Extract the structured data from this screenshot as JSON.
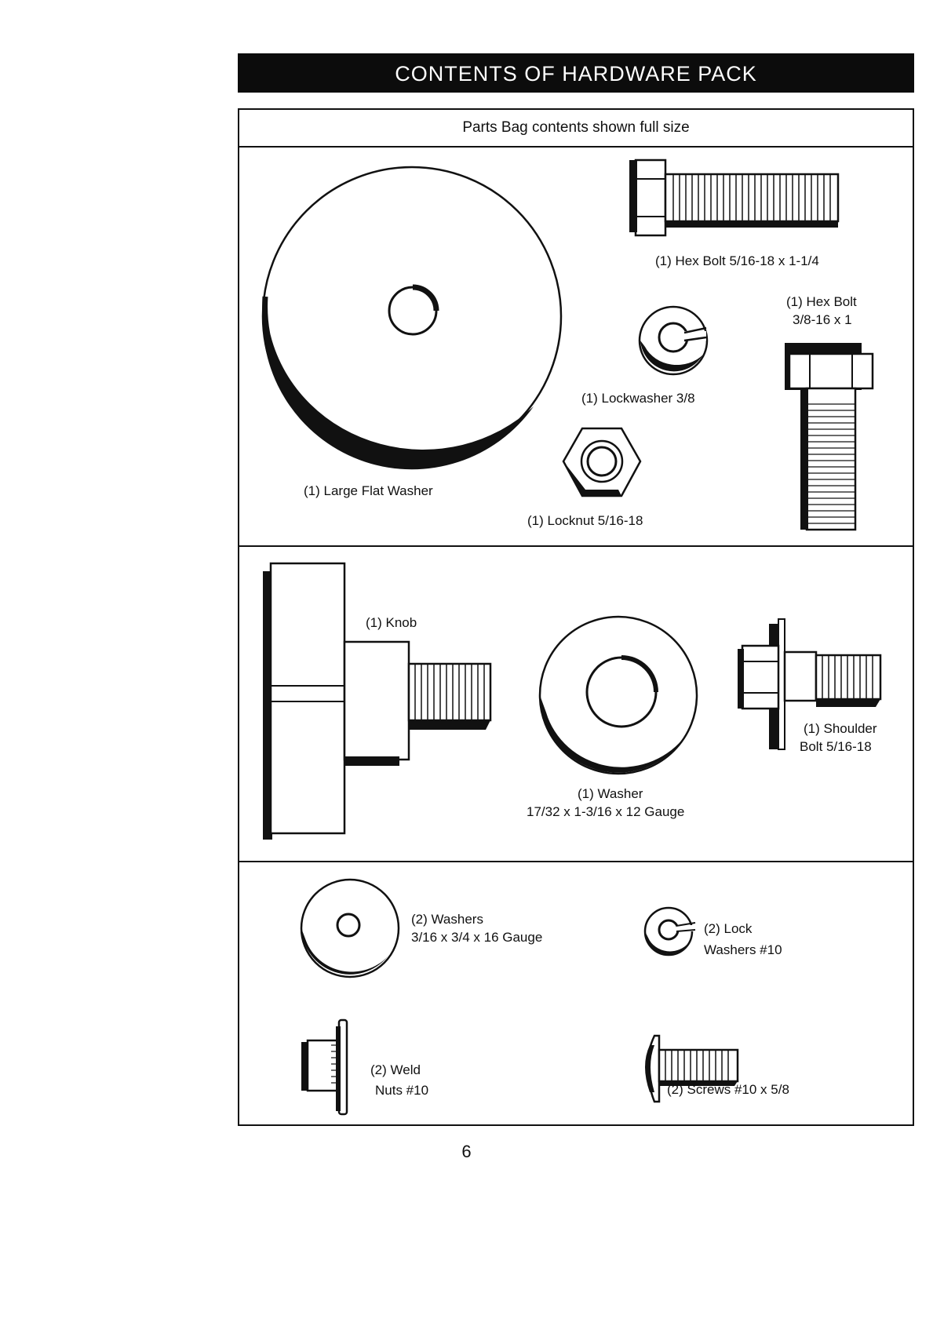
{
  "header": {
    "title": "CONTENTS OF HARDWARE PACK",
    "subtitle": "Parts Bag contents shown full size"
  },
  "parts": {
    "large_flat_washer": "(1) Large Flat Washer",
    "hex_bolt_5_16": "(1) Hex Bolt  5/16-18 x 1-1/4",
    "hex_bolt_3_8_line1": "(1) Hex Bolt",
    "hex_bolt_3_8_line2": "3/8-16 x 1",
    "lockwasher": "(1) Lockwasher  3/8",
    "locknut": "(1) Locknut  5/16-18",
    "knob": "(1) Knob",
    "washer_line1": "(1) Washer",
    "washer_line2": "17/32 x 1-3/16 x 12 Gauge",
    "shoulder_bolt_line1": "(1) Shoulder",
    "shoulder_bolt_line2": "Bolt  5/16-18",
    "small_washers_line1": "(2) Washers",
    "small_washers_line2": "3/16 x 3/4 x 16 Gauge",
    "lock_washers_line1": "(2) Lock",
    "lock_washers_line2": "Washers  #10",
    "weld_nuts_line1": "(2) Weld",
    "weld_nuts_line2": "Nuts  #10",
    "screws": "(2) Screws  #10 x 5/8"
  },
  "footer": {
    "page_number": "6"
  }
}
